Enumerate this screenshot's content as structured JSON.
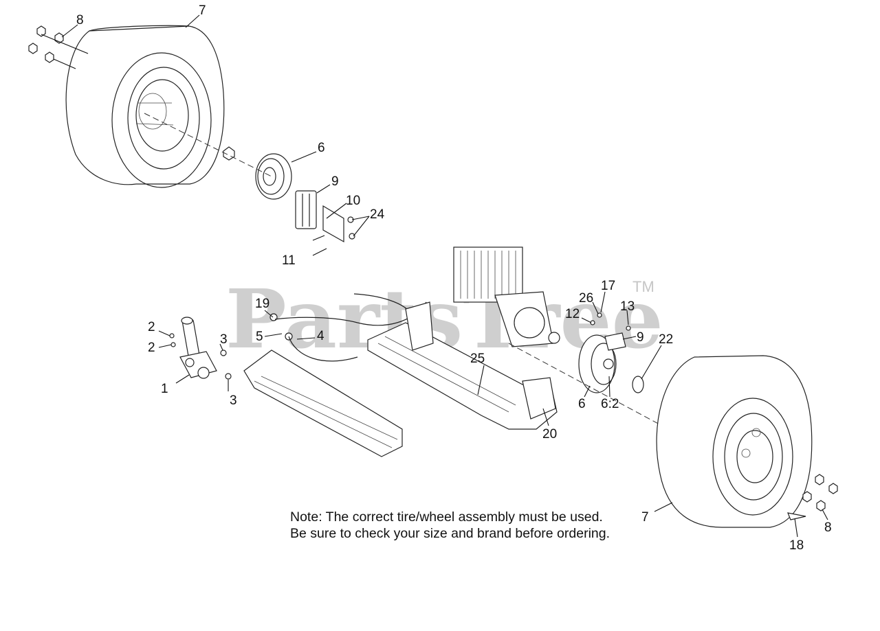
{
  "watermark": {
    "text": "PartsTree",
    "trademark": "TM"
  },
  "callouts": {
    "c_8_top": "8",
    "c_7_top": "7",
    "c_6_top": "6",
    "c_9_top": "9",
    "c_10": "10",
    "c_24": "24",
    "c_11": "11",
    "c_19": "19",
    "c_2_a": "2",
    "c_2_b": "2",
    "c_3_a": "3",
    "c_5": "5",
    "c_4": "4",
    "c_1": "1",
    "c_3_b": "3",
    "c_17": "17",
    "c_26": "26",
    "c_13": "13",
    "c_12": "12",
    "c_9_right": "9",
    "c_22": "22",
    "c_25": "25",
    "c_6_right": "6",
    "c_6_2": "6:2",
    "c_20": "20",
    "c_7_bottom": "7",
    "c_8_bottom": "8",
    "c_18": "18"
  },
  "note": {
    "line1": "Note: The correct tire/wheel assembly must be used.",
    "line2": "Be sure to check your size and brand before ordering."
  }
}
